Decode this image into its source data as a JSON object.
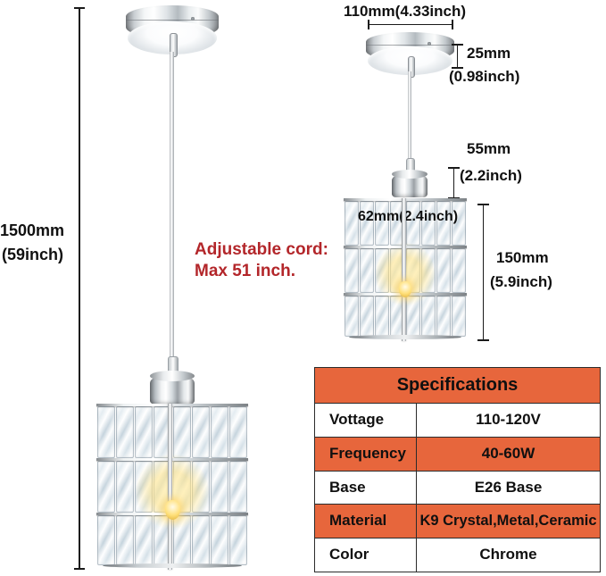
{
  "product": {
    "type": "crystal-pendant-light",
    "accent_color": "#e7663c",
    "note_color": "#b3262a",
    "chrome_color": "#c8ced2"
  },
  "dimensions": {
    "total_drop": {
      "label_mm": "1500mm",
      "label_inch": "(59inch)"
    },
    "canopy_width": {
      "label": "110mm(4.33inch)"
    },
    "canopy_height": {
      "label_mm": "25mm",
      "label_inch": "(0.98inch)"
    },
    "socket_height": {
      "label_mm": "55mm",
      "label_inch": "(2.2inch)"
    },
    "shade_width": {
      "label": "62mm(2.4inch)"
    },
    "shade_height": {
      "label_mm": "150mm",
      "label_inch": "(5.9inch)"
    }
  },
  "note": {
    "line1": "Adjustable cord:",
    "line2": "Max 51 inch."
  },
  "spec_table": {
    "title": "Specifications",
    "rows": [
      {
        "label": "Vottage",
        "value": "110-120V",
        "highlight": false
      },
      {
        "label": "Frequency",
        "value": "40-60W",
        "highlight": true
      },
      {
        "label": "Base",
        "value": "E26 Base",
        "highlight": false
      },
      {
        "label": "Material",
        "value": "K9 Crystal,Metal,Ceramic",
        "highlight": true
      },
      {
        "label": "Color",
        "value": "Chrome",
        "highlight": false
      }
    ]
  }
}
